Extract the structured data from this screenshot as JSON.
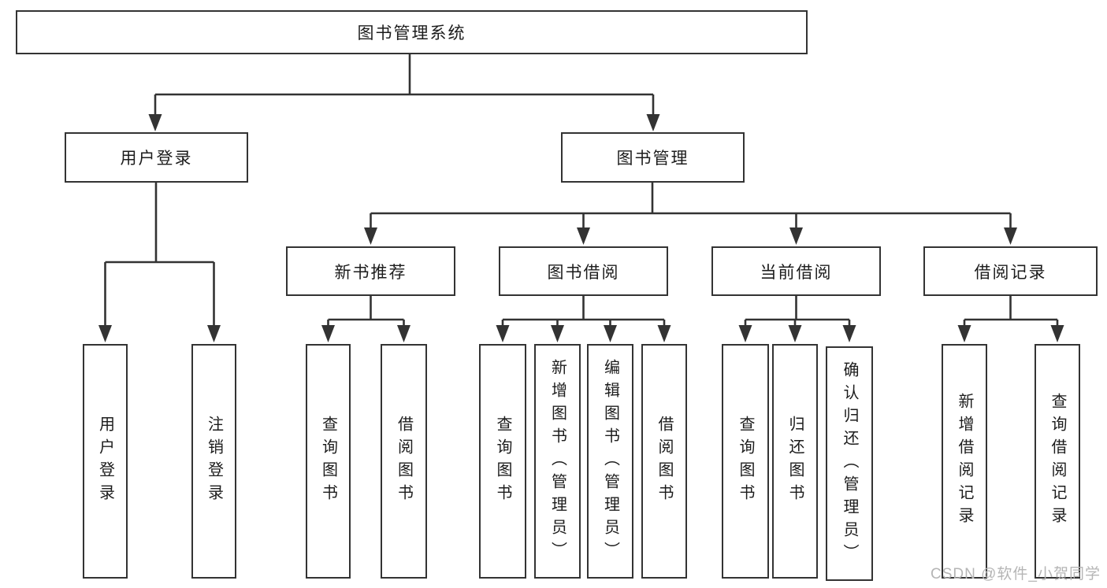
{
  "diagram": {
    "root": {
      "label": "图书管理系统"
    },
    "branches": [
      {
        "label": "用户登录",
        "children": [
          {
            "label": "用户登录"
          },
          {
            "label": "注销登录"
          }
        ]
      },
      {
        "label": "图书管理",
        "children": [
          {
            "label": "新书推荐",
            "children": [
              {
                "label": "查询图书"
              },
              {
                "label": "借阅图书"
              }
            ]
          },
          {
            "label": "图书借阅",
            "children": [
              {
                "label": "查询图书"
              },
              {
                "label": "新增图书（管理员）"
              },
              {
                "label": "编辑图书（管理员）"
              },
              {
                "label": "借阅图书"
              }
            ]
          },
          {
            "label": "当前借阅",
            "children": [
              {
                "label": "查询图书"
              },
              {
                "label": "归还图书"
              },
              {
                "label": "确认归还（管理员）"
              }
            ]
          },
          {
            "label": "借阅记录",
            "children": [
              {
                "label": "新增借阅记录"
              },
              {
                "label": "查询借阅记录"
              }
            ]
          }
        ]
      }
    ]
  },
  "watermark": {
    "text": "CSDN @软件_小贺同学"
  },
  "colors": {
    "line": "#333333",
    "box_border": "#333333",
    "box_bg": "#ffffff",
    "text": "#1c1c1c",
    "watermark": "#b5b5b5"
  }
}
